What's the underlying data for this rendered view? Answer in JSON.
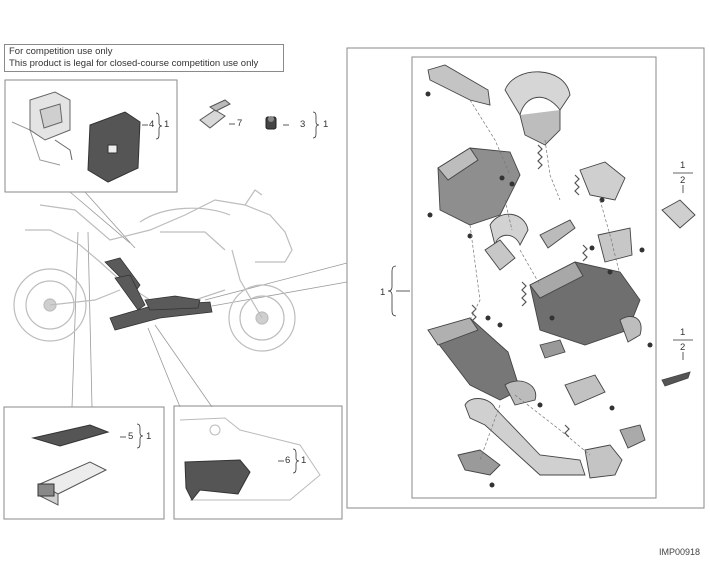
{
  "notice": {
    "line1": "For competition use only",
    "line2": "This product is legal for closed-course competition use only"
  },
  "callouts": {
    "part4": "4",
    "part7": "7",
    "part3": "3",
    "part5": "5",
    "part6": "6",
    "main1": "1",
    "kit2_top_num": "1",
    "kit2_top_den": "2",
    "kit2_bot_num": "1",
    "kit2_bot_den": "2",
    "qty": "1"
  },
  "image_code": "IMP00918"
}
